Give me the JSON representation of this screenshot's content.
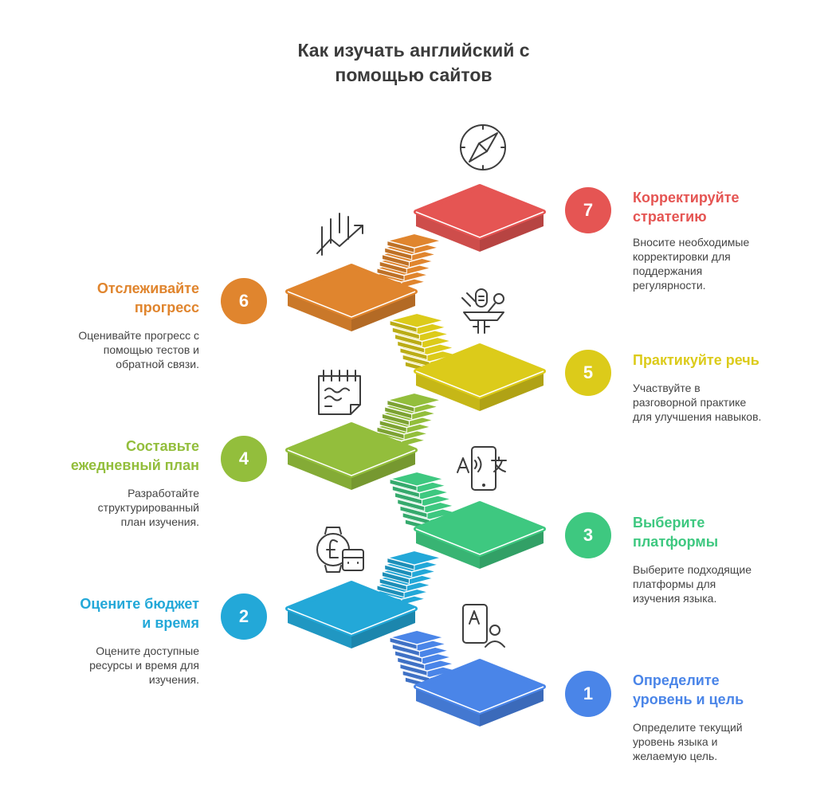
{
  "title": "Как изучать английский с\nпомощью сайтов",
  "colors": {
    "step1": "#4a85e8",
    "step2": "#23a8d8",
    "step3": "#3ec880",
    "step4": "#93be3c",
    "step5": "#dccb1a",
    "step6": "#e0852e",
    "step7": "#e55553",
    "icon": "#3d3d3d"
  },
  "steps": [
    {
      "number": "1",
      "title": "Определите\nуровень и цель",
      "description": "Определите текущий\nуровень языка и\nжелаемую цель.",
      "icon": "id-card-user-icon"
    },
    {
      "number": "2",
      "title": "Оцените бюджет\nи время",
      "description": "Оцените доступные\nресурсы и время для\nизучения.",
      "icon": "pound-watch-calendar-icon"
    },
    {
      "number": "3",
      "title": "Выберите\nплатформы",
      "description": "Выберите подходящие\nплатформы для\nизучения языка.",
      "icon": "translate-phone-icon"
    },
    {
      "number": "4",
      "title": "Составьте\nежедневный план",
      "description": "Разработайте\nструктурированный\nплан изучения.",
      "icon": "calendar-note-icon"
    },
    {
      "number": "5",
      "title": "Практикуйте речь",
      "description": "Участвуйте в\nразговорной практике\nдля улучшения навыков.",
      "icon": "microphones-icon"
    },
    {
      "number": "6",
      "title": "Отслеживайте\nпрогресс",
      "description": "Оценивайте прогресс с\nпомощью тестов и\nобратной связи.",
      "icon": "growth-chart-icon"
    },
    {
      "number": "7",
      "title": "Корректируйте\nстратегию",
      "description": "Вносите необходимые\nкорректировки для\nподдержания\nрегулярности.",
      "icon": "compass-icon"
    }
  ]
}
